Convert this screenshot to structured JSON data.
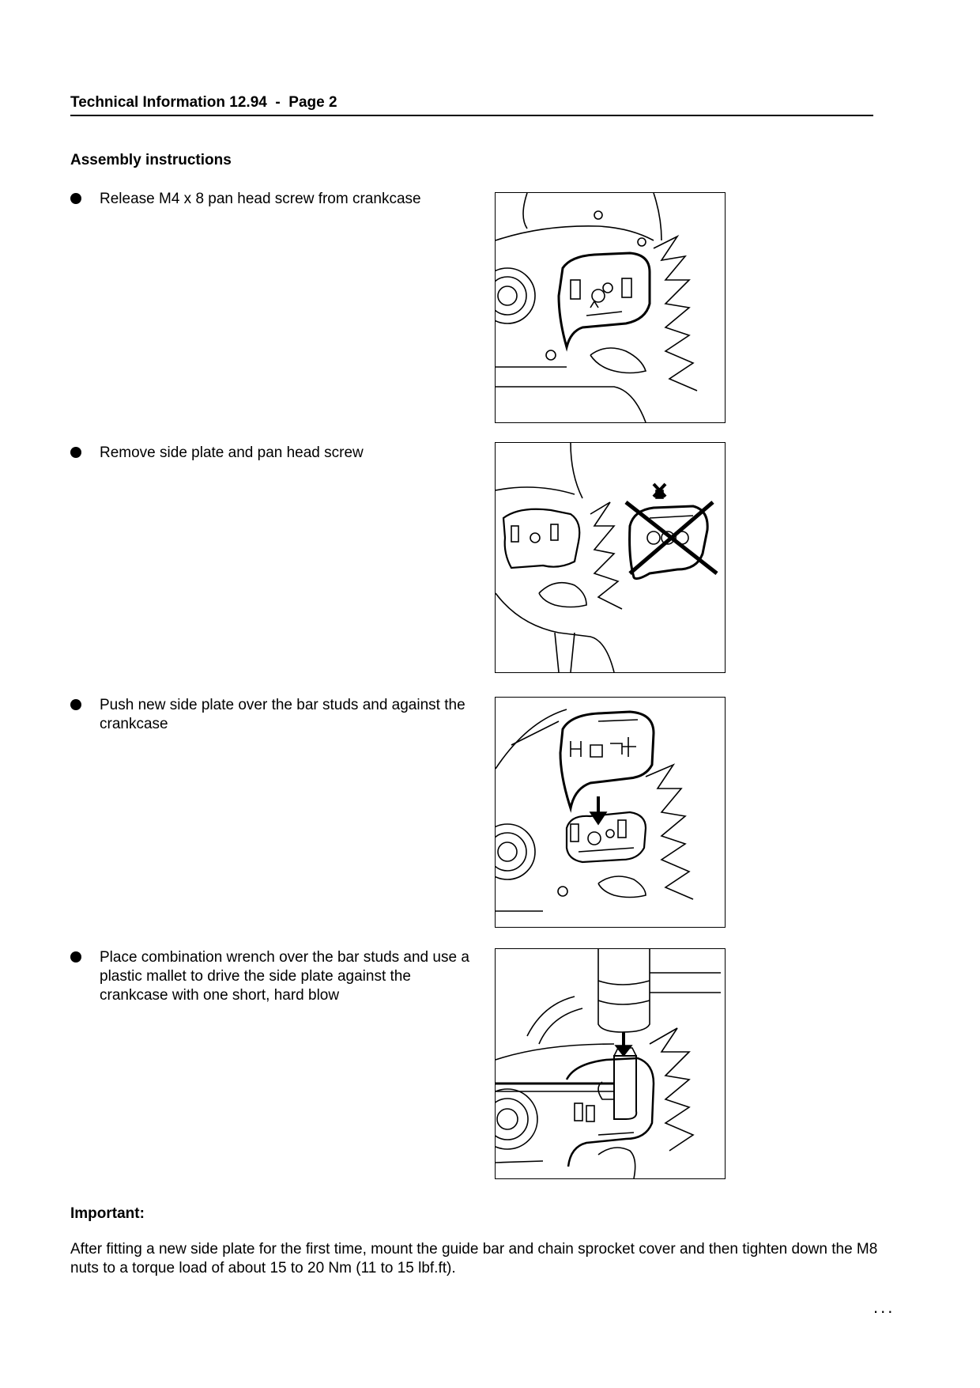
{
  "header": {
    "title": "Technical Information 12.94  -  Page 2"
  },
  "section": {
    "heading": "Assembly instructions"
  },
  "steps": [
    {
      "text": "Release M4 x 8 pan head screw from crankcase"
    },
    {
      "text": "Remove side plate and pan head screw"
    },
    {
      "text": "Push new side plate over the bar studs and against the crankcase"
    },
    {
      "text": "Place combination wrench over the bar studs and use a plastic mallet to drive the side plate against the crankcase with one short, hard blow"
    }
  ],
  "important": {
    "heading": "Important:",
    "text": "After fitting a new side plate for the first time, mount the guide bar and chain sprocket cover and then tighten down the M8 nuts to a torque load of about 15 to 20 Nm (11 to 15 lbf.ft)."
  },
  "footer": {
    "continuation": "..."
  }
}
